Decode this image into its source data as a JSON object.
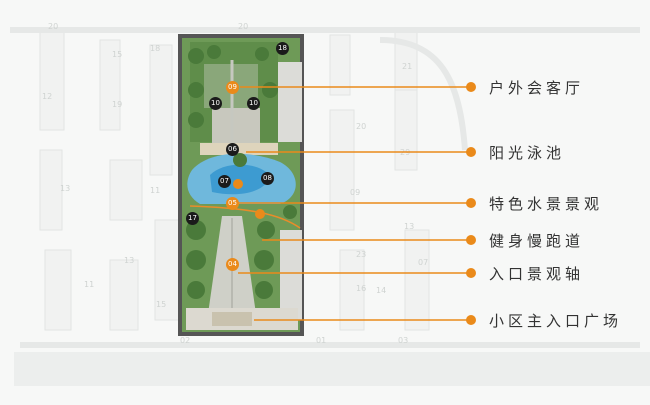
{
  "legend": [
    {
      "label": "户外会客厅"
    },
    {
      "label": "阳光泳池"
    },
    {
      "label": "特色水景景观"
    },
    {
      "label": "健身慢跑道"
    },
    {
      "label": "入口景观轴"
    },
    {
      "label": "小区主入口广场"
    }
  ],
  "markers": [
    {
      "num": "18",
      "style": "dark"
    },
    {
      "num": "09",
      "style": "orange"
    },
    {
      "num": "10",
      "style": "dark"
    },
    {
      "num": "10",
      "style": "dark"
    },
    {
      "num": "06",
      "style": "dark"
    },
    {
      "num": "07",
      "style": "dark"
    },
    {
      "num": "08",
      "style": "dark"
    },
    {
      "num": "05",
      "style": "orange"
    },
    {
      "num": "17",
      "style": "dark"
    },
    {
      "num": "04",
      "style": "orange"
    }
  ],
  "plot_numbers": [
    "20",
    "15",
    "19",
    "18",
    "20",
    "21",
    "20",
    "12",
    "29",
    "09",
    "11",
    "13",
    "11",
    "13",
    "23",
    "15",
    "07",
    "14",
    "13",
    "16",
    "03",
    "02",
    "01"
  ],
  "colors": {
    "accent": "#ea8a1a",
    "frame": "#555555",
    "label": "#333333"
  }
}
